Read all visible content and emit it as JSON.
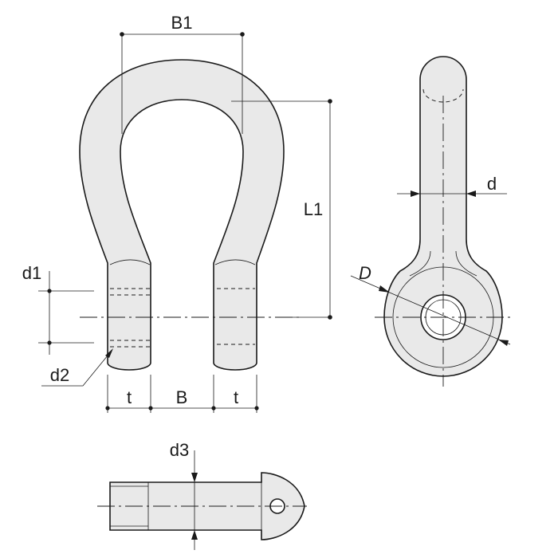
{
  "diagram": {
    "labels": {
      "b1": "B1",
      "l1": "L1",
      "d1": "d1",
      "d2": "d2",
      "t_left": "t",
      "b": "B",
      "t_right": "t",
      "d": "d",
      "D": "D",
      "d3": "d3"
    },
    "colors": {
      "line": "#1a1a1a",
      "fill": "#e9e9e9",
      "background": "#ffffff"
    }
  }
}
